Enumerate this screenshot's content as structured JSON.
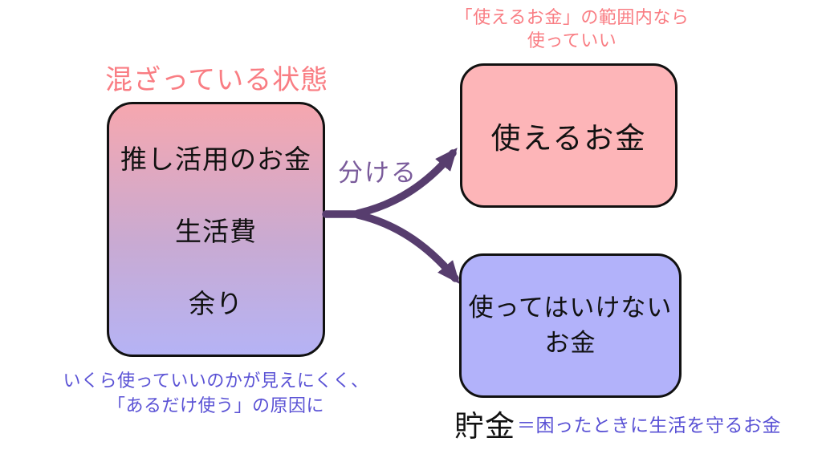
{
  "colors": {
    "background": "#ffffff",
    "salmon_text": "#f97d83",
    "mixed_box_gradient_top": "#f6a7af",
    "mixed_box_gradient_bottom": "#b5b3f5",
    "usable_box_fill": "#fdb5b8",
    "forbidden_box_fill": "#b2b2fa",
    "box_border": "#111111",
    "arrow_purple": "#573d6e",
    "split_label_purple": "#7a5b9b",
    "blue_violet_text": "#5a52d5",
    "black_text": "#111111"
  },
  "mixed_state": {
    "title": "混ざっている状態",
    "box_items": [
      "推し活用のお金",
      "生活費",
      "余り"
    ],
    "caption_line1": "いくら使っていいのかが見えにくく、",
    "caption_line2": "「あるだけ使う」の原因に"
  },
  "split_label": "分ける",
  "usable_money": {
    "note_line1": "「使えるお金」の範囲内なら",
    "note_line2": "使っていい",
    "box_label": "使えるお金"
  },
  "forbidden_money": {
    "box_line1": "使ってはいけない",
    "box_line2": "お金",
    "caption_term": "貯金",
    "caption_definition": "＝困ったときに生活を守るお金"
  }
}
